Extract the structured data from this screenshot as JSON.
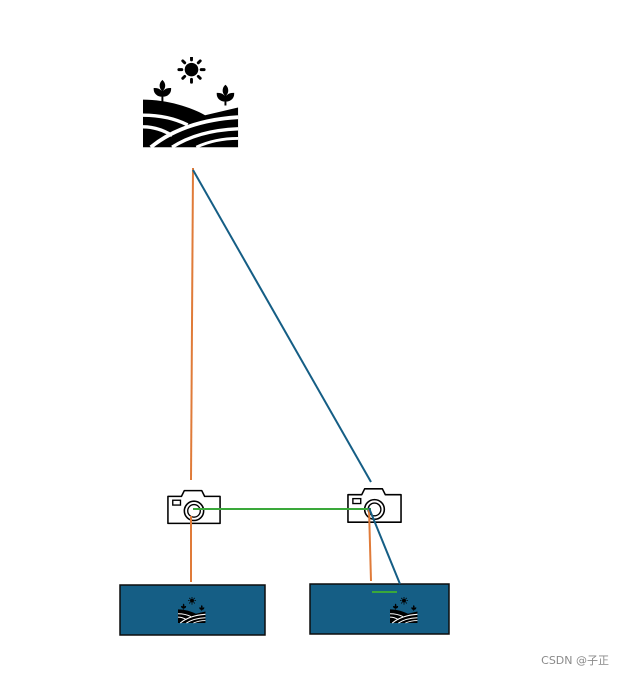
{
  "diagram": {
    "nodes": [
      {
        "id": "scene",
        "icon": "landscape-icon",
        "color": "#000000"
      },
      {
        "id": "camera-left",
        "icon": "camera-icon",
        "color": "#000000"
      },
      {
        "id": "camera-right",
        "icon": "camera-icon",
        "color": "#000000"
      },
      {
        "id": "image-left",
        "icon": "landscape-icon",
        "fill": "#155e85"
      },
      {
        "id": "image-right",
        "icon": "landscape-icon",
        "fill": "#155e85"
      }
    ],
    "edges": [
      {
        "from": "scene",
        "to": "camera-left",
        "color": "#e07b39"
      },
      {
        "from": "scene",
        "to": "camera-right",
        "color": "#155e85"
      },
      {
        "from": "camera-left",
        "to": "camera-right",
        "color": "#3aa83a"
      },
      {
        "from": "camera-left",
        "to": "image-left",
        "color": "#e07b39"
      },
      {
        "from": "camera-right",
        "to": "image-right",
        "color": "#e07b39"
      },
      {
        "from": "camera-right",
        "to": "image-right",
        "color": "#155e85"
      },
      {
        "from": "image-right",
        "to": "image-right",
        "color": "#3aa83a"
      }
    ]
  },
  "watermark": {
    "text": "CSDN @子正"
  }
}
